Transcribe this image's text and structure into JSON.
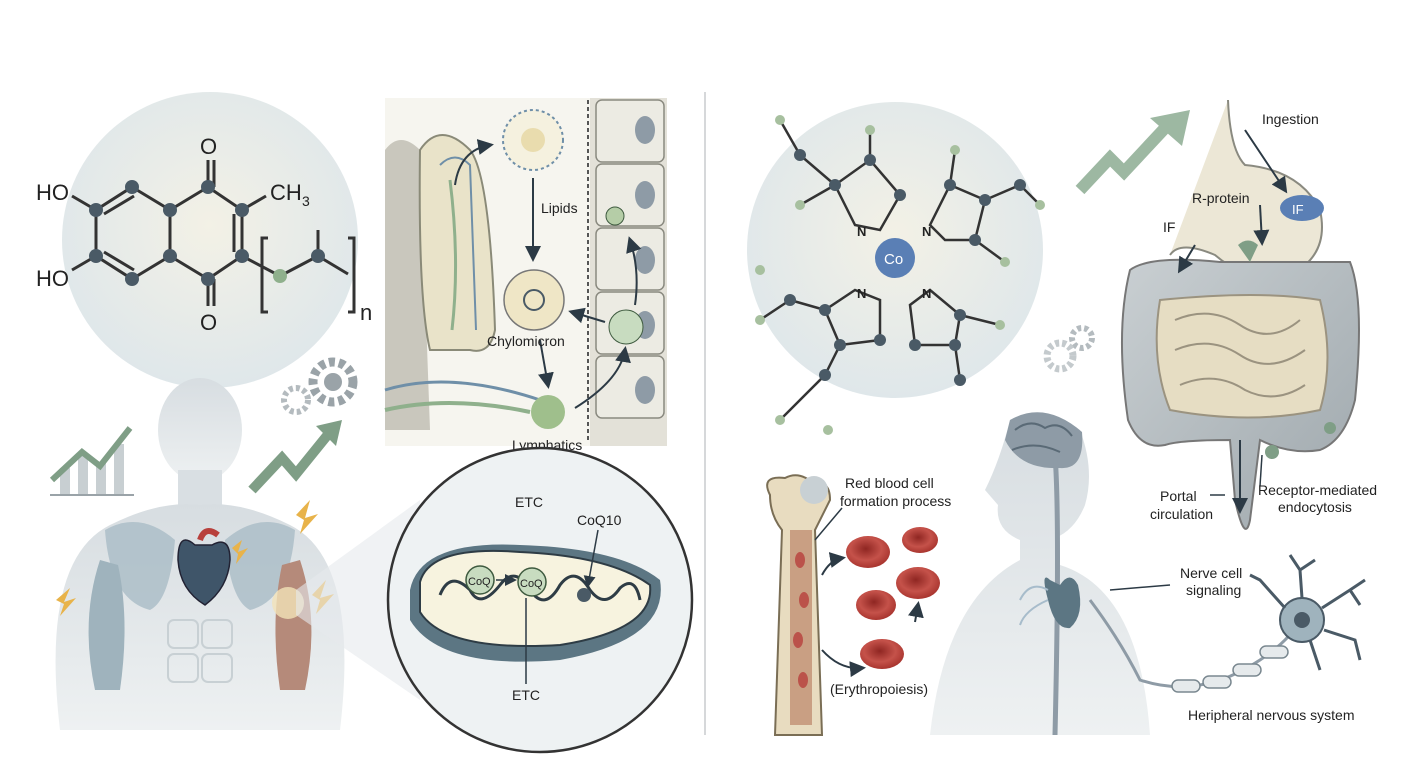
{
  "left_panel": {
    "coq_structure": {
      "ho_top": "HO",
      "ho_bottom": "HO",
      "o_top": "O",
      "o_bottom": "O",
      "ch3": "CH",
      "ch3_sub": "3",
      "n_sub": "n"
    },
    "absorption": {
      "lipids": "Lipids",
      "chylomicron": "Chylomicron",
      "lymphatics": "Lymphatics"
    },
    "mitochondrion": {
      "etc_top": "ETC",
      "coq10": "CoQ10",
      "coq_1": "CoQ",
      "coq_2": "CoQ",
      "etc_bottom": "ETC"
    }
  },
  "right_panel": {
    "cobalamin": {
      "center": "Co",
      "n1": "N",
      "n2": "N",
      "n3": "N",
      "n4": "N"
    },
    "digestion": {
      "ingestion": "Ingestion",
      "r_protein": "R-protein",
      "if_label": "IF",
      "if_badge": "IF",
      "portal_1": "Portal",
      "portal_2": "circulation",
      "receptor_1": "Receptor-mediated",
      "receptor_2": "endocytosis"
    },
    "blood": {
      "rbc_1": "Red blood cell",
      "rbc_2": "formation process",
      "erythro": "(Erythropoiesis)"
    },
    "nerve": {
      "signal_1": "Nerve cell",
      "signal_2": "signaling",
      "pns": "Heripheral nervous system"
    }
  },
  "colors": {
    "green_arrow": "#7f9e86",
    "mol_node": "#4a5a66",
    "mol_green": "#8fb08c",
    "cobalt": "#5a7fb5",
    "rbc": "#b8403c",
    "body": "#d9dfe3",
    "muscle": "#9fb3bd"
  }
}
